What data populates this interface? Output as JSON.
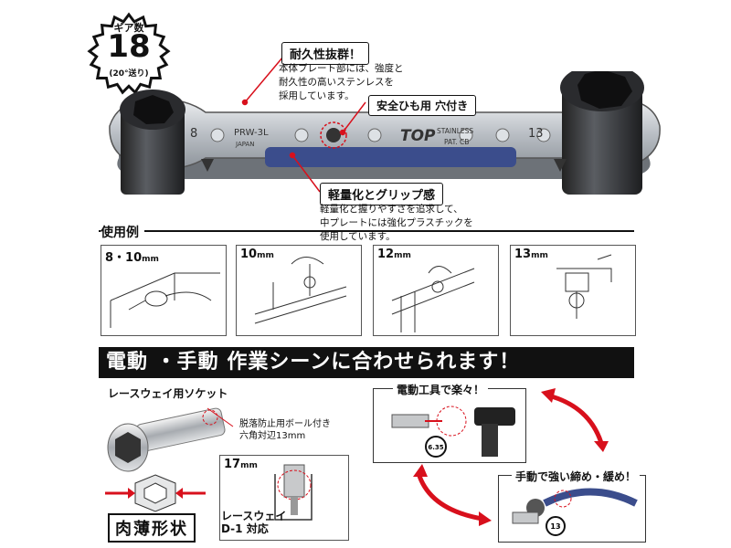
{
  "badge": {
    "line1": "ギア数",
    "number": "18",
    "line3": "(20°送り)"
  },
  "callouts": {
    "durability": {
      "title": "耐久性抜群！",
      "text": [
        "本体プレート部には、強度と",
        "耐久性の高いステンレスを",
        "採用しています。"
      ]
    },
    "strap": {
      "title": "安全ひも用 穴付き"
    },
    "grip": {
      "title": "軽量化とグリップ感",
      "text": [
        "軽量化と握りやすさを追求して、",
        "中プレートには強化プラスチックを",
        "使用しています。"
      ]
    }
  },
  "wrench": {
    "size_left": "8",
    "size_right": "13",
    "model": "PRW-3L",
    "origin": "JAPAN",
    "brand": "TOP",
    "material": "STAINLESS",
    "patent": "PAT. CB",
    "colors": {
      "steel": "#c8ccd0",
      "socket": "#3a3c40",
      "grip": "#3b4d8c"
    }
  },
  "usage": {
    "title": "使用例",
    "panels": [
      {
        "num": "8・10",
        "unit": "mm"
      },
      {
        "num": "10",
        "unit": "mm"
      },
      {
        "num": "12",
        "unit": "mm"
      },
      {
        "num": "13",
        "unit": "mm"
      }
    ]
  },
  "banner": {
    "text": "電動 ・手動 作業シーンに合わせられます！"
  },
  "socket": {
    "title": "レースウェイ用ソケット",
    "notes": [
      "脱落防止用ボール付き",
      "六角対辺13mm"
    ],
    "thin_label": "肉薄形状",
    "size": {
      "num": "17",
      "unit": "mm"
    },
    "raceway": [
      "レースウェイ",
      "D-1 対応"
    ]
  },
  "electric": {
    "title": "電動工具で楽々！",
    "hex_size": "6.35"
  },
  "manual": {
    "title": "手動で強い締め・緩め！",
    "size": "13"
  },
  "accent_color": "#d8101c"
}
